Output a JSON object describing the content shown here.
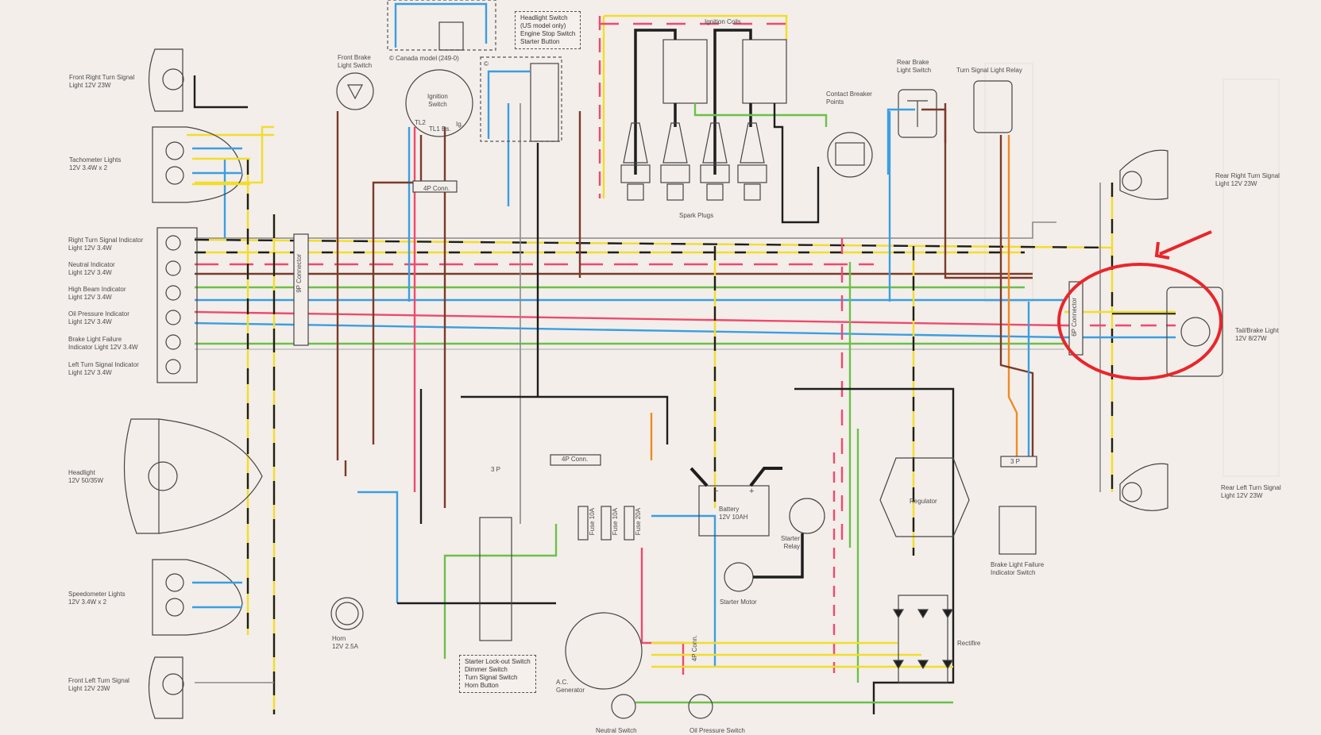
{
  "diagram": {
    "title": "Motorcycle Wiring Diagram",
    "highlight_color": "#e8262b",
    "wire_colors": {
      "black": "#1e1e1e",
      "yellow": "#f2dd2a",
      "red": "#ee4a6e",
      "blue": "#3b9ee0",
      "green": "#6cc04a",
      "brown": "#7a3b2a",
      "orange": "#f08a24",
      "grey": "#8a8a8a"
    },
    "components": {
      "front_right_turn": "Front Right Turn Signal\nLight 12V 23W",
      "tachometer": "Tachometer Lights\n12V 3.4W x 2",
      "right_turn_ind": "Right Turn Signal Indicator\nLight 12V 3.4W",
      "neutral_ind": "Neutral Indicator\nLight 12V 3.4W",
      "high_beam_ind": "High Beam Indicator\nLight 12V 3.4W",
      "oil_ind": "Oil Pressure Indicator\nLight 12V 3.4W",
      "brake_fail_ind": "Brake Light Failure\nIndicator Light 12V 3.4W",
      "left_turn_ind": "Left Turn Signal Indicator\nLight 12V 3.4W",
      "headlight": "Headlight\n12V 50/35W",
      "speedometer": "Speedometer Lights\n12V 3.4W x 2",
      "front_left_turn": "Front Left Turn Signal\nLight 12V 23W",
      "horn": "Horn\n12V 2.5A",
      "front_brake_switch": "Front Brake\nLight Switch",
      "canada_model": "© Canada model",
      "canada_code": "(249-0)",
      "ignition_switch": "Ignition\nSwitch",
      "ign_tl2": "TL2",
      "ign_tl1": "TL1",
      "ign_bs": "Bs.",
      "ign_ig": "Ig.",
      "headlight_switch_box": "Headlight Switch\n(US model only)\nEngine Stop Switch\nStarter Button",
      "canada_mark": "©",
      "ignition_coils": "Ignition Coils",
      "spark_plugs": "Spark Plugs",
      "contact_breaker": "Contact Breaker\nPoints",
      "rear_brake_switch": "Rear Brake\nLight Switch",
      "turn_relay": "Turn Signal Light Relay",
      "rear_right_turn": "Rear Right Turn Signal\nLight 12V 23W",
      "tail_brake": "Tail/Brake Light\n12V 8/27W",
      "rear_left_turn": "Rear Left Turn Signal\nLight 12V 23W",
      "conn_9p": "9P Connector",
      "conn_6p": "6P Connector",
      "conn_4p_ign": "4P Conn.",
      "conn_4p_fuse": "4P Conn.",
      "conn_4p_gen": "4P Conn.",
      "conn_3p_a": "3 P",
      "conn_3p_b": "3 P",
      "fuse1": "Fuse 10A",
      "fuse2": "Fuse 10A",
      "fuse3": "Fuse 20A",
      "battery": "Battery\n12V 10AH",
      "battery_minus": "−",
      "battery_plus": "+",
      "starter_relay": "Starter\nRelay",
      "starter_motor": "Starter Motor",
      "regulator": "Regulator",
      "brake_fail_switch": "Brake Light Failure\nIndicator Switch",
      "rectifier": "Rectifire",
      "lockout_box": "Starter Lock-out Switch\nDimmer Switch\nTurn Signal Switch\nHorn Button",
      "ac_generator": "A.C.\nGenerator",
      "neutral_switch": "Neutral Switch",
      "oil_switch": "Oil Pressure Switch"
    }
  }
}
